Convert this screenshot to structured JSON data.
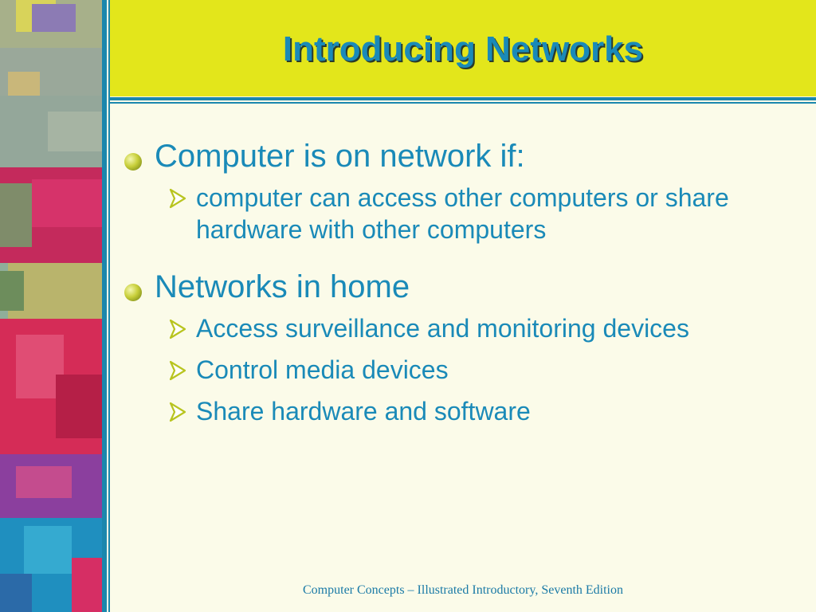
{
  "slide": {
    "title": "Introducing Networks",
    "sections": [
      {
        "heading": "Computer is on network if:",
        "items": [
          "computer can access other computers or share hardware with other computers"
        ]
      },
      {
        "heading": "Networks in home",
        "items": [
          "Access surveillance and monitoring devices",
          "Control media devices",
          "Share hardware and software"
        ]
      }
    ],
    "footer": "Computer Concepts – Illustrated Introductory, Seventh Edition"
  },
  "colors": {
    "title_band": "#e3e61b",
    "text": "#1a8ab8",
    "rule": "#1b87ad",
    "background": "#fbfbe9"
  },
  "icons": {
    "level1_bullet": "olive-sphere-bullet-icon",
    "level2_bullet": "hollow-arrow-bullet-icon"
  }
}
